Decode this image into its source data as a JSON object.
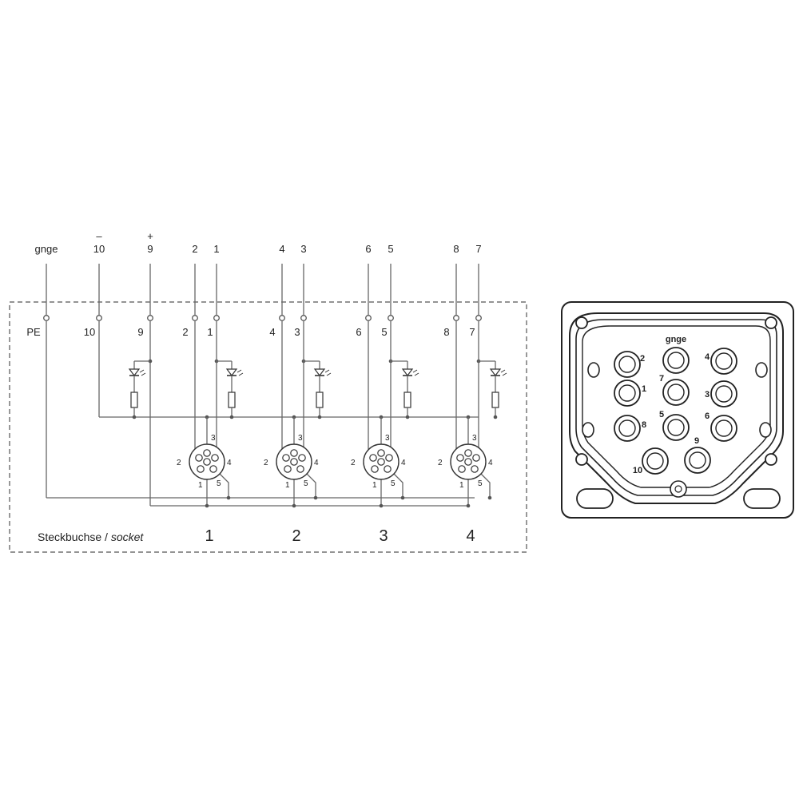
{
  "schematic": {
    "terminals": [
      {
        "top": "gnge",
        "sign": "",
        "inner": "PE"
      },
      {
        "top": "10",
        "sign": "–",
        "inner": "10"
      },
      {
        "top": "9",
        "sign": "+",
        "inner": "9"
      },
      {
        "top": "2",
        "sign": "",
        "inner": "2"
      },
      {
        "top": "1",
        "sign": "",
        "inner": "1"
      },
      {
        "top": "4",
        "sign": "",
        "inner": "4"
      },
      {
        "top": "3",
        "sign": "",
        "inner": "3"
      },
      {
        "top": "6",
        "sign": "",
        "inner": "6"
      },
      {
        "top": "5",
        "sign": "",
        "inner": "5"
      },
      {
        "top": "8",
        "sign": "",
        "inner": "8"
      },
      {
        "top": "7",
        "sign": "",
        "inner": "7"
      }
    ],
    "pin_labels": [
      "1",
      "2",
      "3",
      "4",
      "5"
    ],
    "socket_caption": "Steckbuchse /",
    "socket_caption_italic": "socket",
    "socket_numbers": [
      "1",
      "2",
      "3",
      "4"
    ]
  },
  "housing": {
    "contact_labels": [
      "gnge",
      "2",
      "4",
      "7",
      "1",
      "3",
      "5",
      "8",
      "6",
      "9",
      "10"
    ]
  }
}
